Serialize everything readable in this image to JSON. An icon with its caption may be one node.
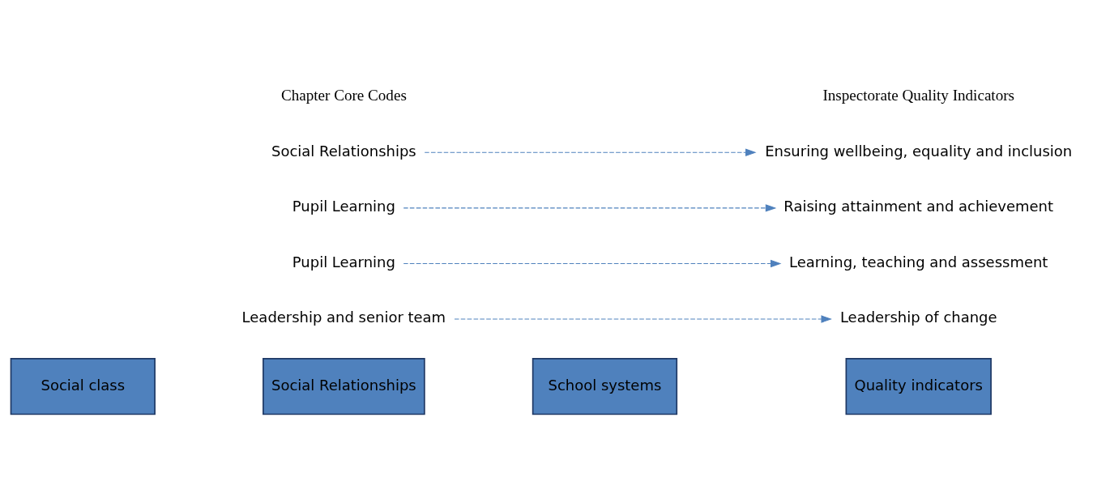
{
  "diagram": {
    "nodes": [
      {
        "text": [
          "Social class"
        ]
      },
      {
        "text": [
          "Social Relationships"
        ]
      },
      {
        "text": [
          "School systems"
        ]
      },
      {
        "text": [
          "Quality indicators"
        ]
      },
      {
        "text": [
          "Leadership and senior team"
        ]
      },
      {
        "text": [
          "Leadership of change"
        ]
      },
      {
        "text": [
          "Pupil Learning"
        ]
      },
      {
        "text": [
          "Learning, teaching and assessment"
        ]
      },
      {
        "text": [
          "Pupil Learning"
        ]
      },
      {
        "text": [
          "Raising attainment and achievement"
        ]
      },
      {
        "text": [
          "Social Relationships"
        ]
      },
      {
        "text": [
          "Ensuring wellbeing, equality and inclusion"
        ]
      }
    ],
    "edges": [
      {
        "from": 4,
        "to": 5,
        "arrow": "to",
        "style": "dashed"
      },
      {
        "from": 6,
        "to": 7,
        "arrow": "to",
        "style": "dashed"
      },
      {
        "from": 8,
        "to": 9,
        "arrow": "to",
        "style": "dashed"
      },
      {
        "from": 10,
        "to": 11,
        "arrow": "to",
        "style": "dashed"
      }
    ],
    "labels": [
      "Chapter Core Codes",
      "Inspectorate Quality Indicators"
    ]
  }
}
